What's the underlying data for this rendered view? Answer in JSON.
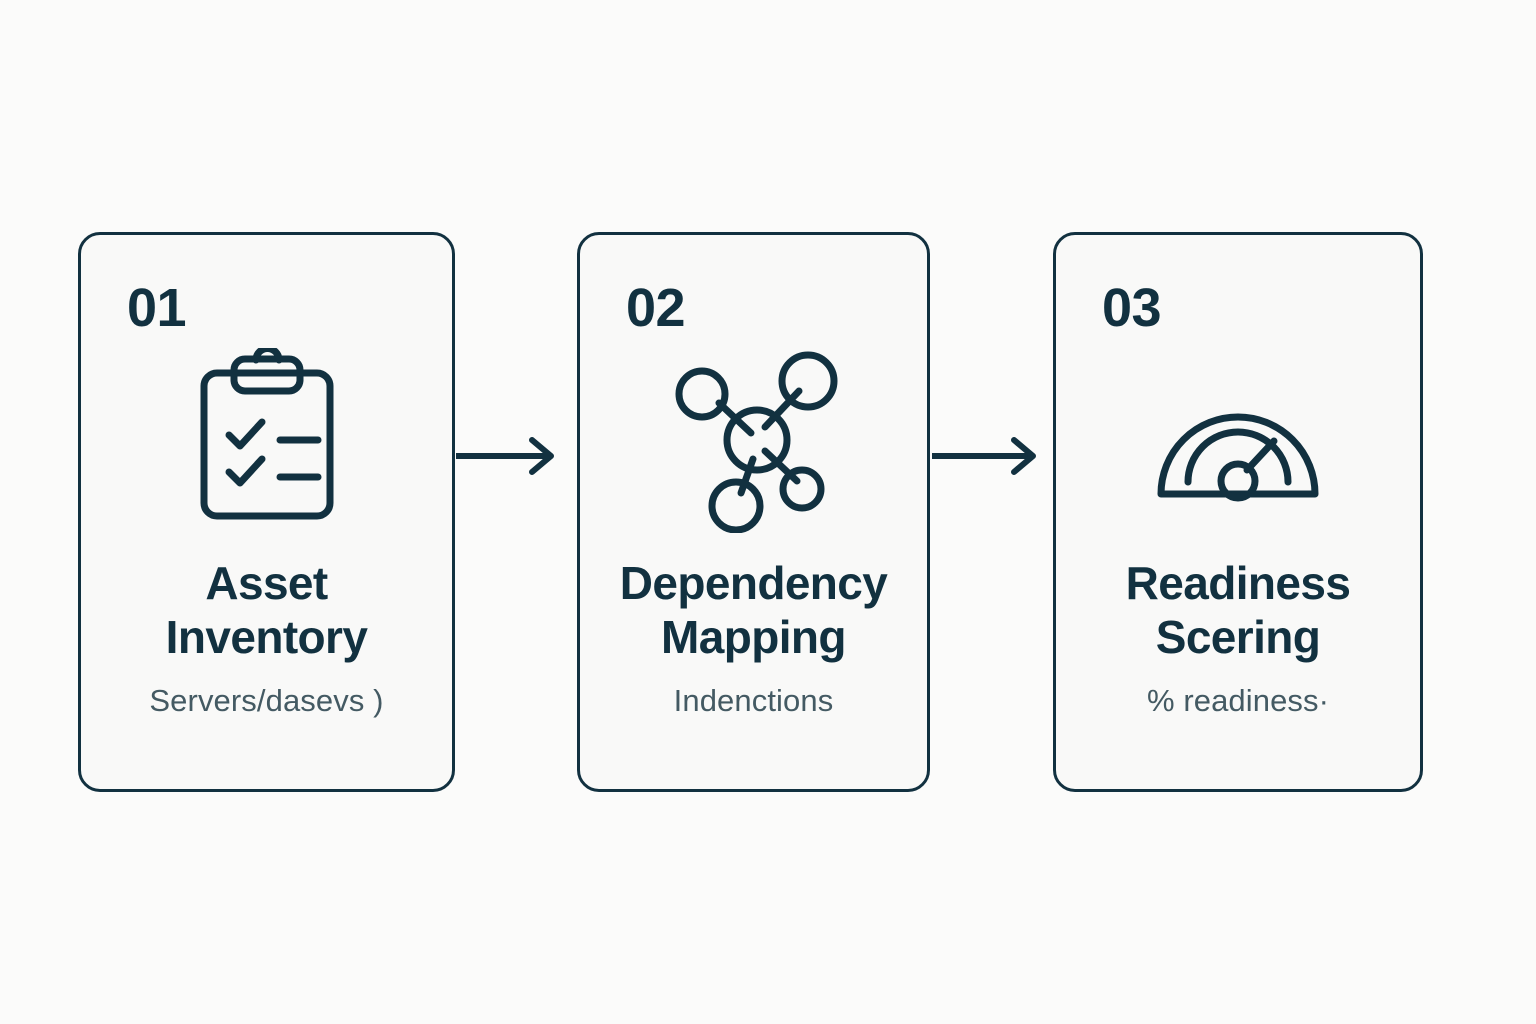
{
  "canvas": {
    "background_color": "#fbfbfa",
    "ink_color": "#123140",
    "muted_text_color": "#445a63",
    "card_fill_color": "#f9f9f8"
  },
  "steps": [
    {
      "number": "01",
      "title": "Asset\nInventory",
      "subtitle": "Servers/dasevs )",
      "icon": "clipboard-checklist-icon"
    },
    {
      "number": "02",
      "title": "Dependency\nMapping",
      "subtitle": "Indenctions",
      "icon": "network-nodes-icon"
    },
    {
      "number": "03",
      "title": "Readiness\nScering",
      "subtitle": "% readiness·",
      "icon": "gauge-meter-icon"
    }
  ],
  "connectors": [
    {
      "name": "arrow-step1-to-step2",
      "direction": "right"
    },
    {
      "name": "arrow-step2-to-step3",
      "direction": "right"
    }
  ]
}
